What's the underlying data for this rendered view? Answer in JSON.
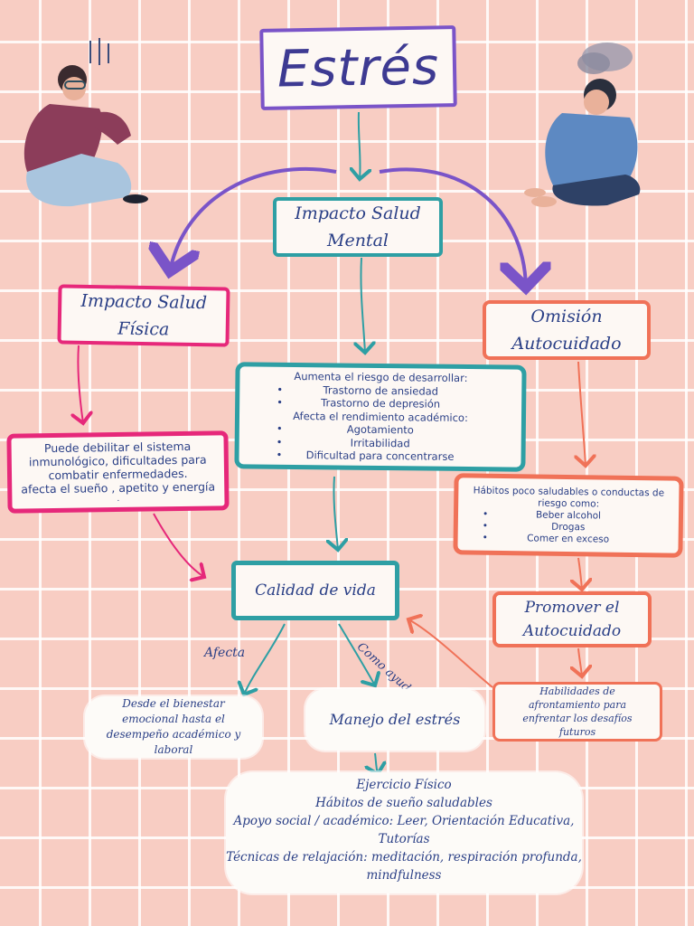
{
  "title": "Estrés",
  "nodes": {
    "mental": "Impacto Salud Mental",
    "fisica": "Impacto Salud Física",
    "omision": "Omisión Autocuidado",
    "calidad": "Calidad de vida",
    "manejo": "Manejo del estrés",
    "promover": "Promover el Autocuidado"
  },
  "mental_details": {
    "intro1": "Aumenta el riesgo de desarrollar:",
    "list1": [
      "Trastorno de ansiedad",
      "Trastorno de depresión"
    ],
    "intro2": "Afecta el rendimiento académico:",
    "list2": [
      "Agotamiento",
      "Irritabilidad",
      "Dificultad para concentrarse"
    ]
  },
  "fisica_details": {
    "lines": [
      "Puede debilitar el sistema",
      "inmunológico, dificultades para",
      "combatir enfermedades.",
      "afecta el sueño , apetito y energía",
      "."
    ]
  },
  "omision_details": {
    "intro": "Hábitos poco saludables o conductas de riesgo como:",
    "list": [
      "Beber alcohol",
      "Drogas",
      "Comer en exceso"
    ]
  },
  "afecta_label": "Afecta",
  "como_ayudar_label": "Como ayudar",
  "afecta_details": "Desde el bienestar emocional hasta el desempeño académico y laboral",
  "habilidades": "Habilidades de afrontamiento para enfrentar los desafíos futuros",
  "manejo_details": [
    "Ejercicio Físico",
    "Hábitos de sueño saludables",
    "Apoyo social / académico: Leer, Orientación Educativa, Tutorías",
    "Técnicas de relajación: meditación, respiración profunda,",
    "mindfulness"
  ],
  "colors": {
    "background": "#f8cdc3",
    "teal": "#2e9fa4",
    "pink": "#e6287a",
    "orange": "#f07258",
    "purple": "#7a54c8",
    "text": "#2a3f86"
  }
}
